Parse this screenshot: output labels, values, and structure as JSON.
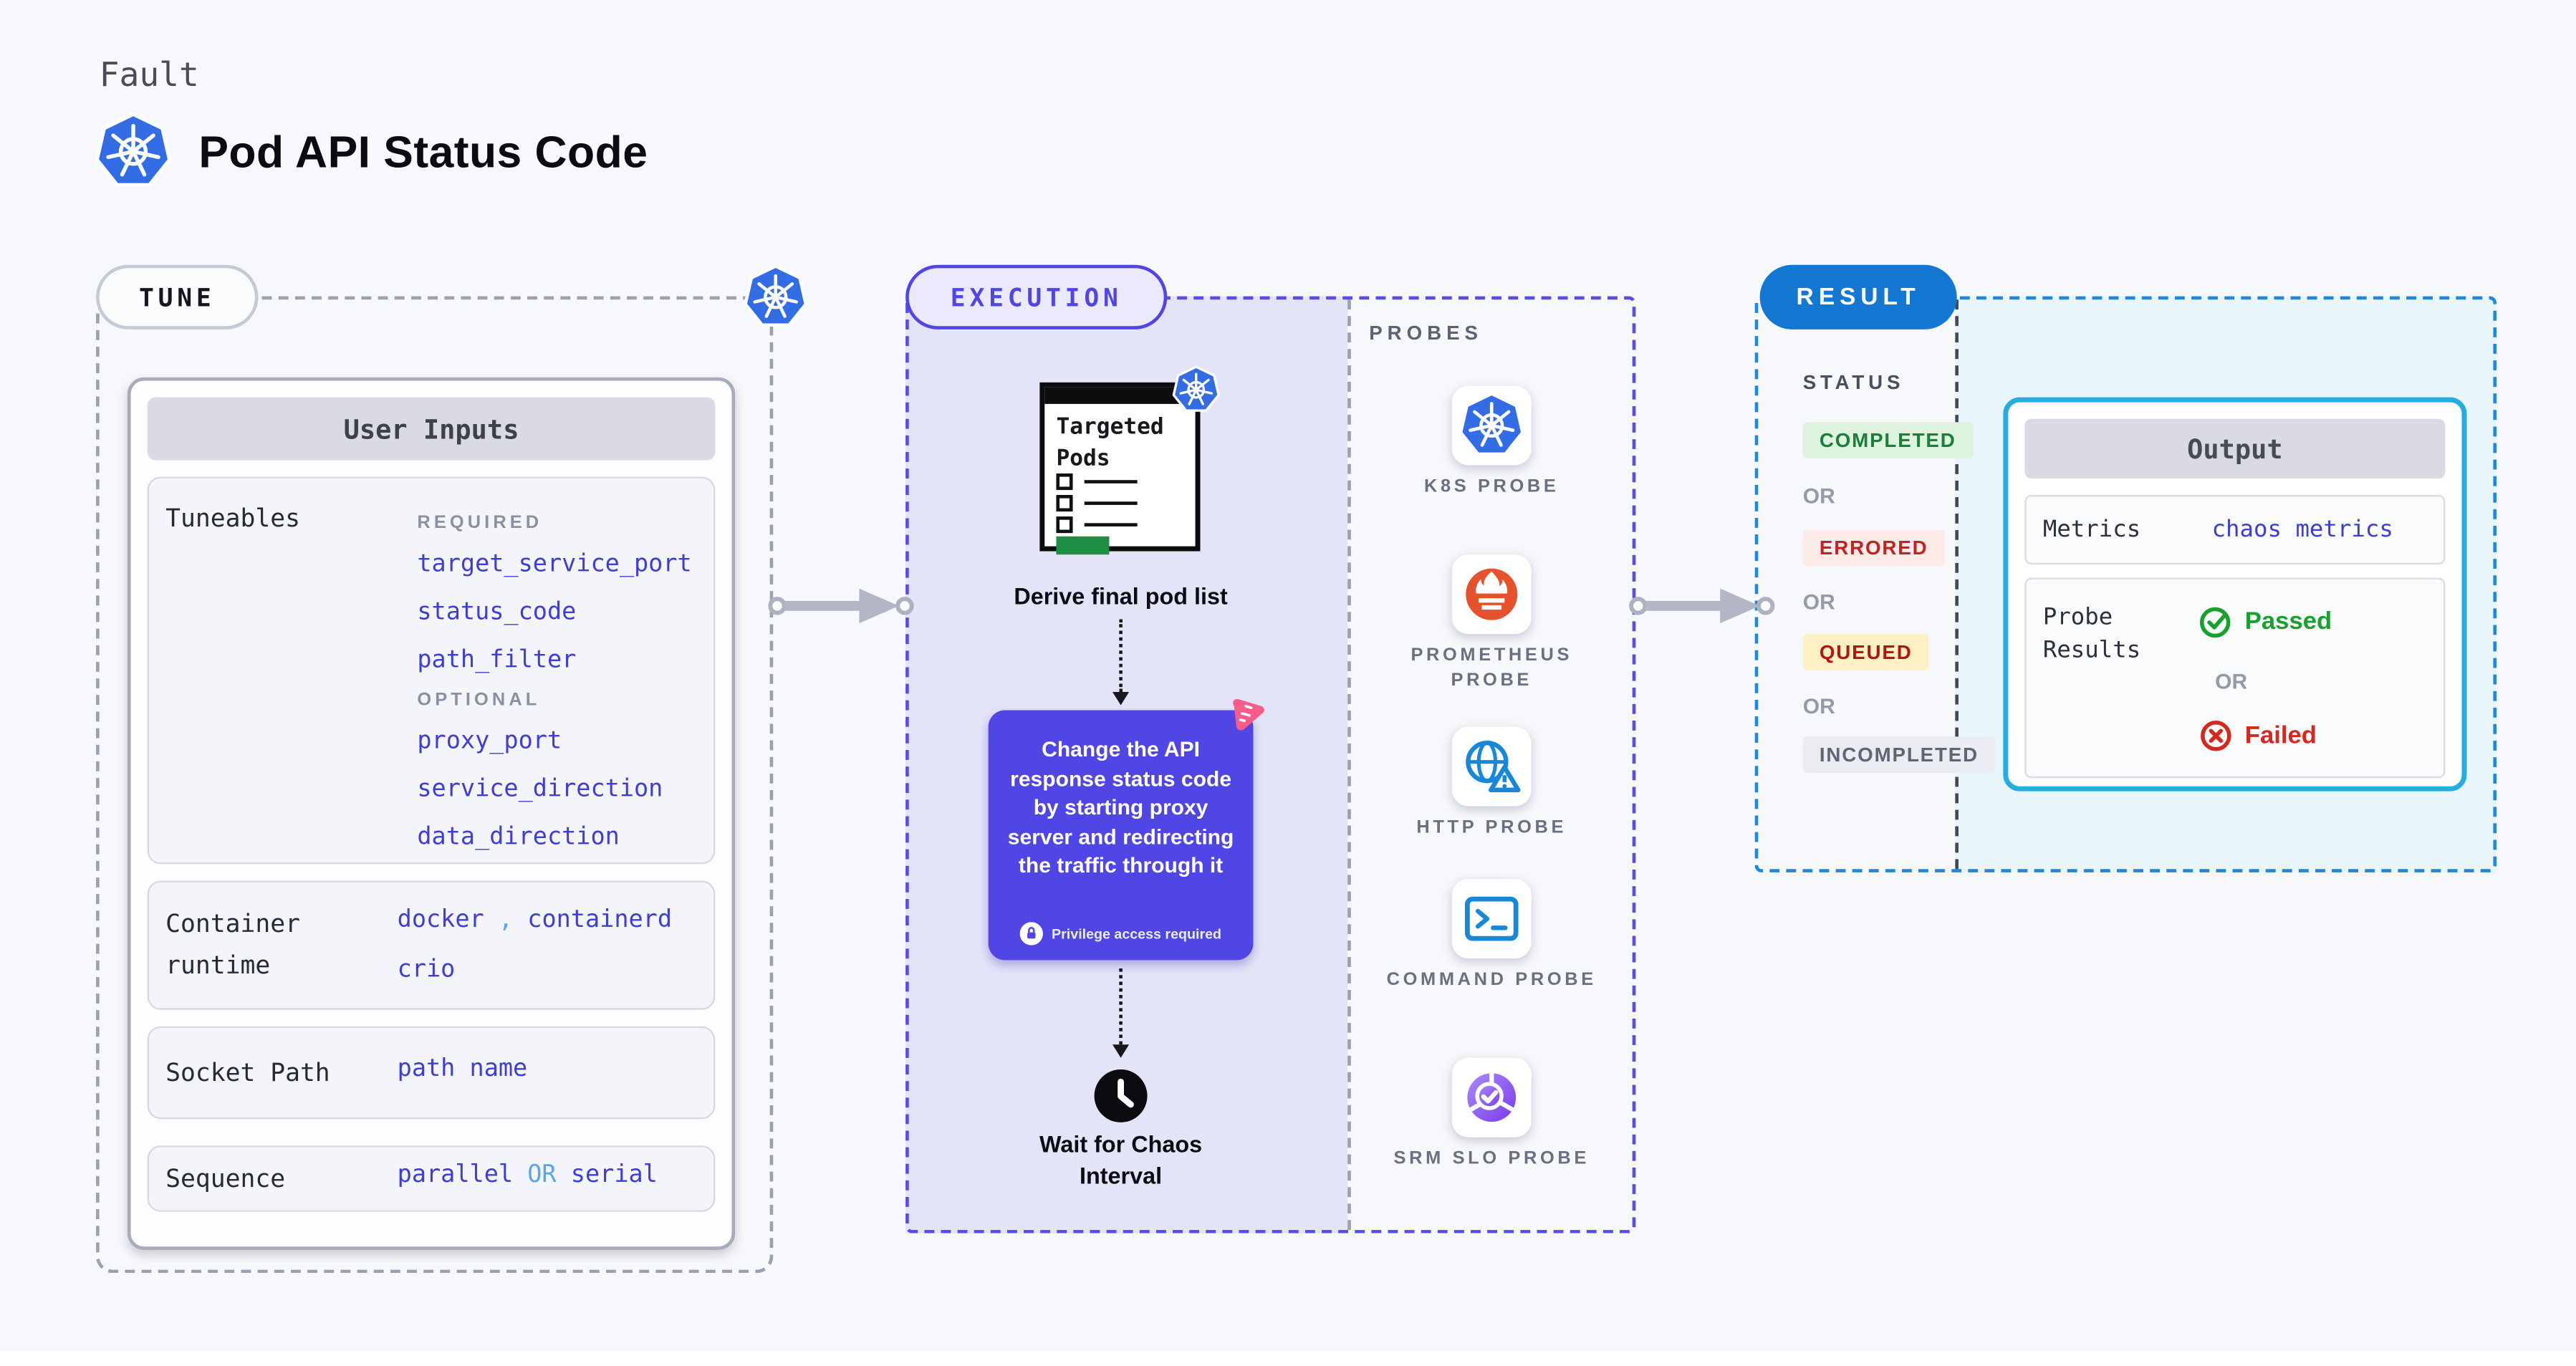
{
  "header": {
    "category": "Fault",
    "title": "Pod API Status Code"
  },
  "tune": {
    "label": "TUNE",
    "user_inputs_title": "User Inputs",
    "tuneables_label": "Tuneables",
    "required_label": "REQUIRED",
    "required": [
      "target_service_port",
      "status_code",
      "path_filter"
    ],
    "optional_label": "OPTIONAL",
    "optional": [
      "proxy_port",
      "service_direction",
      "data_direction"
    ],
    "runtime": {
      "label": "Container runtime",
      "v1": "docker",
      "sep": ",",
      "v2": "containerd",
      "v3": "crio"
    },
    "socket": {
      "label": "Socket Path",
      "value": "path name"
    },
    "sequence": {
      "label": "Sequence",
      "v1": "parallel",
      "or": "OR",
      "v2": "serial"
    }
  },
  "execution": {
    "label": "EXECUTION",
    "targeted_pods_title": "Targeted Pods",
    "derive_label": "Derive final pod list",
    "action_text": "Change the API response status code by starting proxy server and redirecting the traffic through it",
    "privilege_label": "Privilege access required",
    "wait_label": "Wait for Chaos Interval",
    "probes_title": "PROBES",
    "probes": [
      {
        "icon": "kubernetes-icon",
        "label": "K8S PROBE"
      },
      {
        "icon": "prometheus-icon",
        "label": "PROMETHEUS PROBE"
      },
      {
        "icon": "http-globe-warning-icon",
        "label": "HTTP PROBE"
      },
      {
        "icon": "command-terminal-icon",
        "label": "COMMAND PROBE"
      },
      {
        "icon": "srm-slo-pie-check-icon",
        "label": "SRM SLO PROBE"
      }
    ]
  },
  "result": {
    "label": "RESULT",
    "status_title": "STATUS",
    "or_label": "OR",
    "badges": [
      {
        "label": "COMPLETED",
        "fg": "#188038",
        "bg": "#ddf3dd"
      },
      {
        "label": "ERRORED",
        "fg": "#c5221f",
        "bg": "#fcebe9"
      },
      {
        "label": "QUEUED",
        "fg": "#b3150f",
        "bg": "#fdf0c4"
      },
      {
        "label": "INCOMPLETED",
        "fg": "#5f6575",
        "bg": "#eaecf2"
      }
    ],
    "output": {
      "title": "Output",
      "metrics_label": "Metrics",
      "metrics_value": "chaos metrics",
      "probe_results_label": "Probe Results",
      "passed_label": "Passed",
      "or_label": "OR",
      "failed_label": "Failed"
    }
  },
  "colors": {
    "page_bg": "#f7f8fb",
    "accent_indigo": "#4f46e5",
    "lavender_panel": "#e4e4f9",
    "cyan_panel": "#e8f5fb",
    "value_blue": "#3d3ddc",
    "light_blue_accent": "#58a6f2",
    "k8s_blue": "#326de6",
    "prometheus_orange": "#e6522c",
    "probe_blue": "#1787d8",
    "result_pill_blue": "#1478d2",
    "result_border_blue": "#1e88dd",
    "passed_green": "#18a12d",
    "failed_red": "#d7281f",
    "pods_green": "#1e8e44",
    "chaos_pink": "#fb5b8b"
  }
}
